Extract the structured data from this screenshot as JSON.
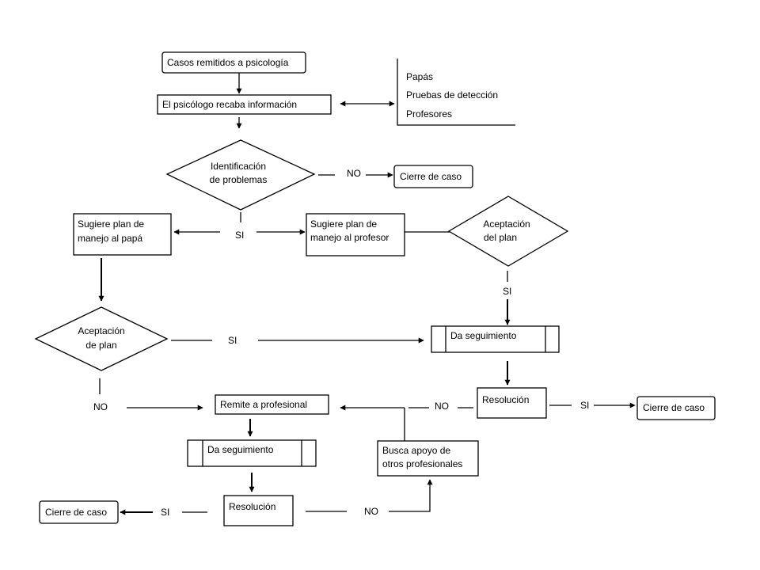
{
  "nodes": {
    "casos": "Casos remitidos  a psicología",
    "psicologo": "El psicólogo recaba información",
    "fuentes": [
      "Papás",
      "Pruebas de detección",
      "Profesores"
    ],
    "identificacion": [
      "Identificación",
      "de problemas"
    ],
    "cierre_1": "Cierre de caso",
    "plan_papa": [
      "Sugiere plan de",
      "manejo al  papá"
    ],
    "plan_profesor": [
      "Sugiere plan de",
      "manejo al profesor"
    ],
    "aceptacion_profesor": [
      "Aceptación",
      "del plan"
    ],
    "aceptacion_papa": [
      "Aceptación",
      "de plan"
    ],
    "seguimiento_1": "Da seguimiento",
    "resolucion_1": "Resolución",
    "cierre_2": "Cierre de caso",
    "remite": "Remite a  profesional",
    "busca_apoyo": [
      "Busca apoyo de",
      "otros profesionales"
    ],
    "seguimiento_2": "Da seguimiento",
    "resolucion_2": "Resolución",
    "cierre_3": "Cierre de caso"
  },
  "labels": {
    "no": "NO",
    "si": "SI"
  }
}
